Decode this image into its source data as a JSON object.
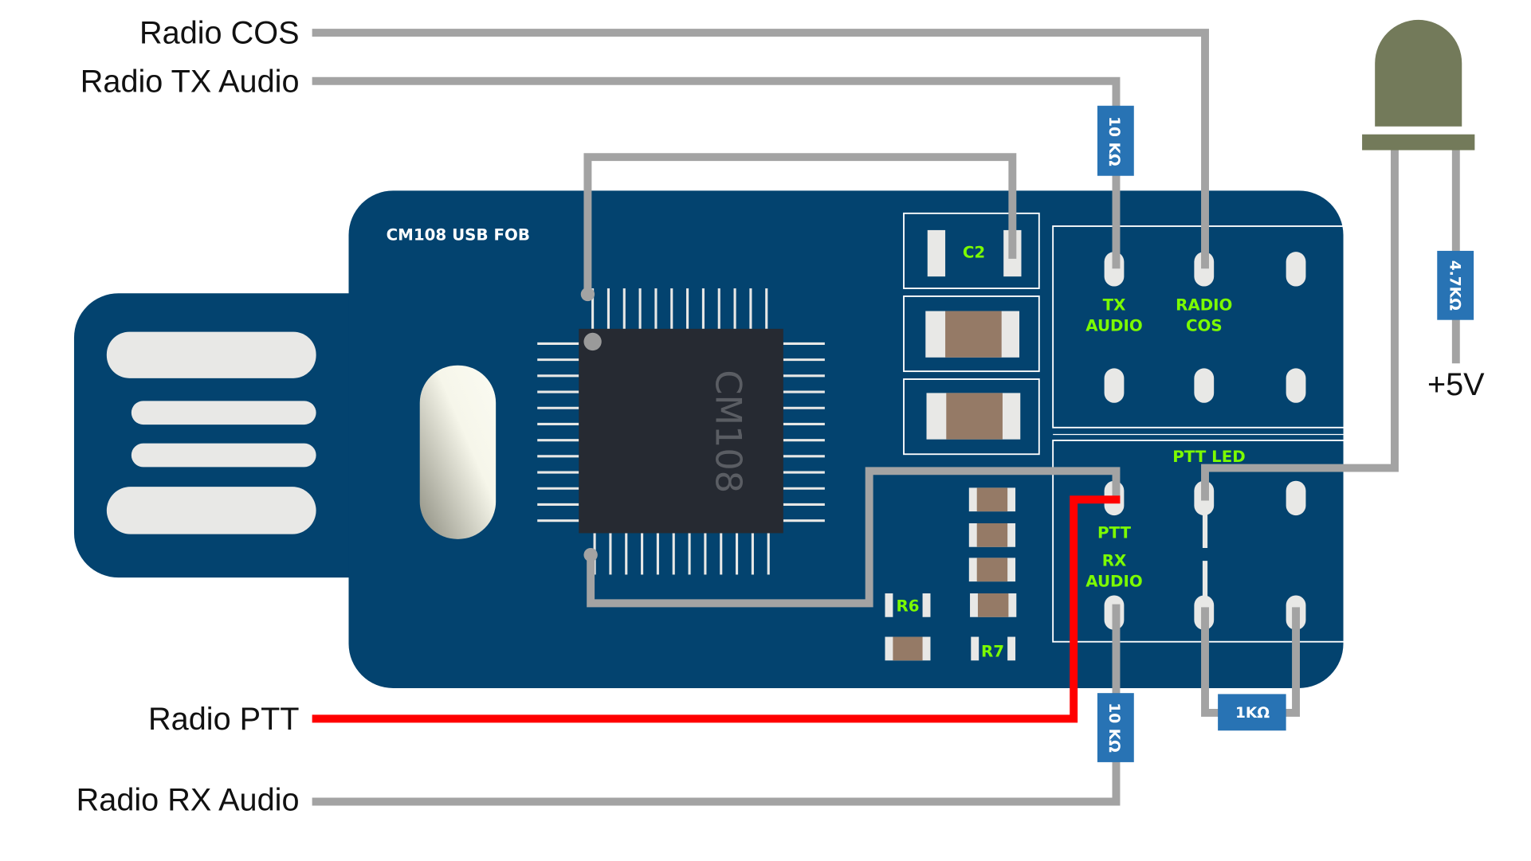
{
  "labels": {
    "radio_cos": "Radio COS",
    "radio_tx_audio": "Radio TX Audio",
    "radio_ptt": "Radio PTT",
    "radio_rx_audio": "Radio RX Audio",
    "plus_5v": "+5V"
  },
  "board": {
    "title": "CM108 USB FOB",
    "chip_label": "CM108",
    "c2": "C2",
    "r6": "R6",
    "r7": "R7",
    "tx": "TX",
    "tx_audio": "AUDIO",
    "radio": "RADIO",
    "cos": "COS",
    "ptt_led": "PTT LED",
    "ptt": "PTT",
    "rx": "RX",
    "rx_audio": "AUDIO"
  },
  "resistors": {
    "tx": "10 KΩ",
    "rx": "10 KΩ",
    "led": "4.7KΩ",
    "ptt_led": "1KΩ"
  },
  "colors": {
    "board": "#03436f",
    "wire": "#a3a3a3",
    "ptt_wire": "#ff0000",
    "label_green": "#7cfc00",
    "resistor": "#2873b4",
    "led": "#737a5a",
    "chip": "#262a32"
  }
}
